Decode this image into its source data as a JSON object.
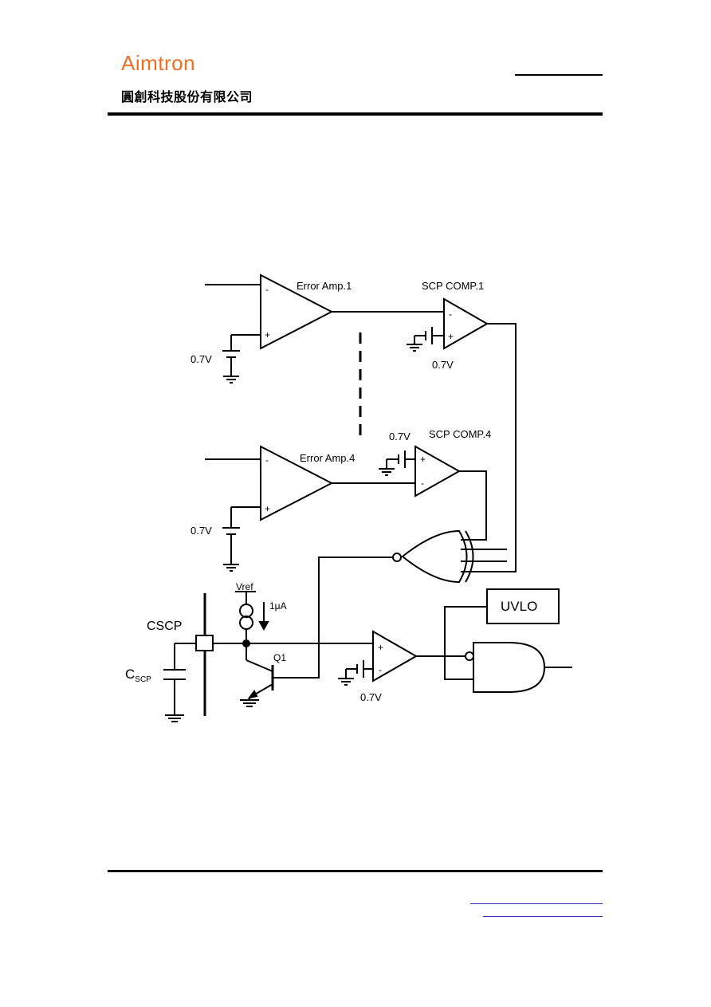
{
  "header": {
    "brand_logo_text": "Aimtron",
    "company_name_cn": "圓創科技股份有限公司"
  },
  "diagram": {
    "error_amp_1": "Error Amp.1",
    "error_amp_4": "Error Amp.4",
    "scp_comp_1": "SCP COMP.1",
    "scp_comp_4": "SCP COMP.4",
    "ref_voltage": "0.7V",
    "minus_sign": "-",
    "plus_sign": "+",
    "vref": "Vref",
    "current_source": "1μA",
    "transistor": "Q1",
    "cscp_pin": "CSCP",
    "cap_label_main": "C",
    "cap_label_sub": "SCP",
    "uvlo": "UVLO"
  }
}
